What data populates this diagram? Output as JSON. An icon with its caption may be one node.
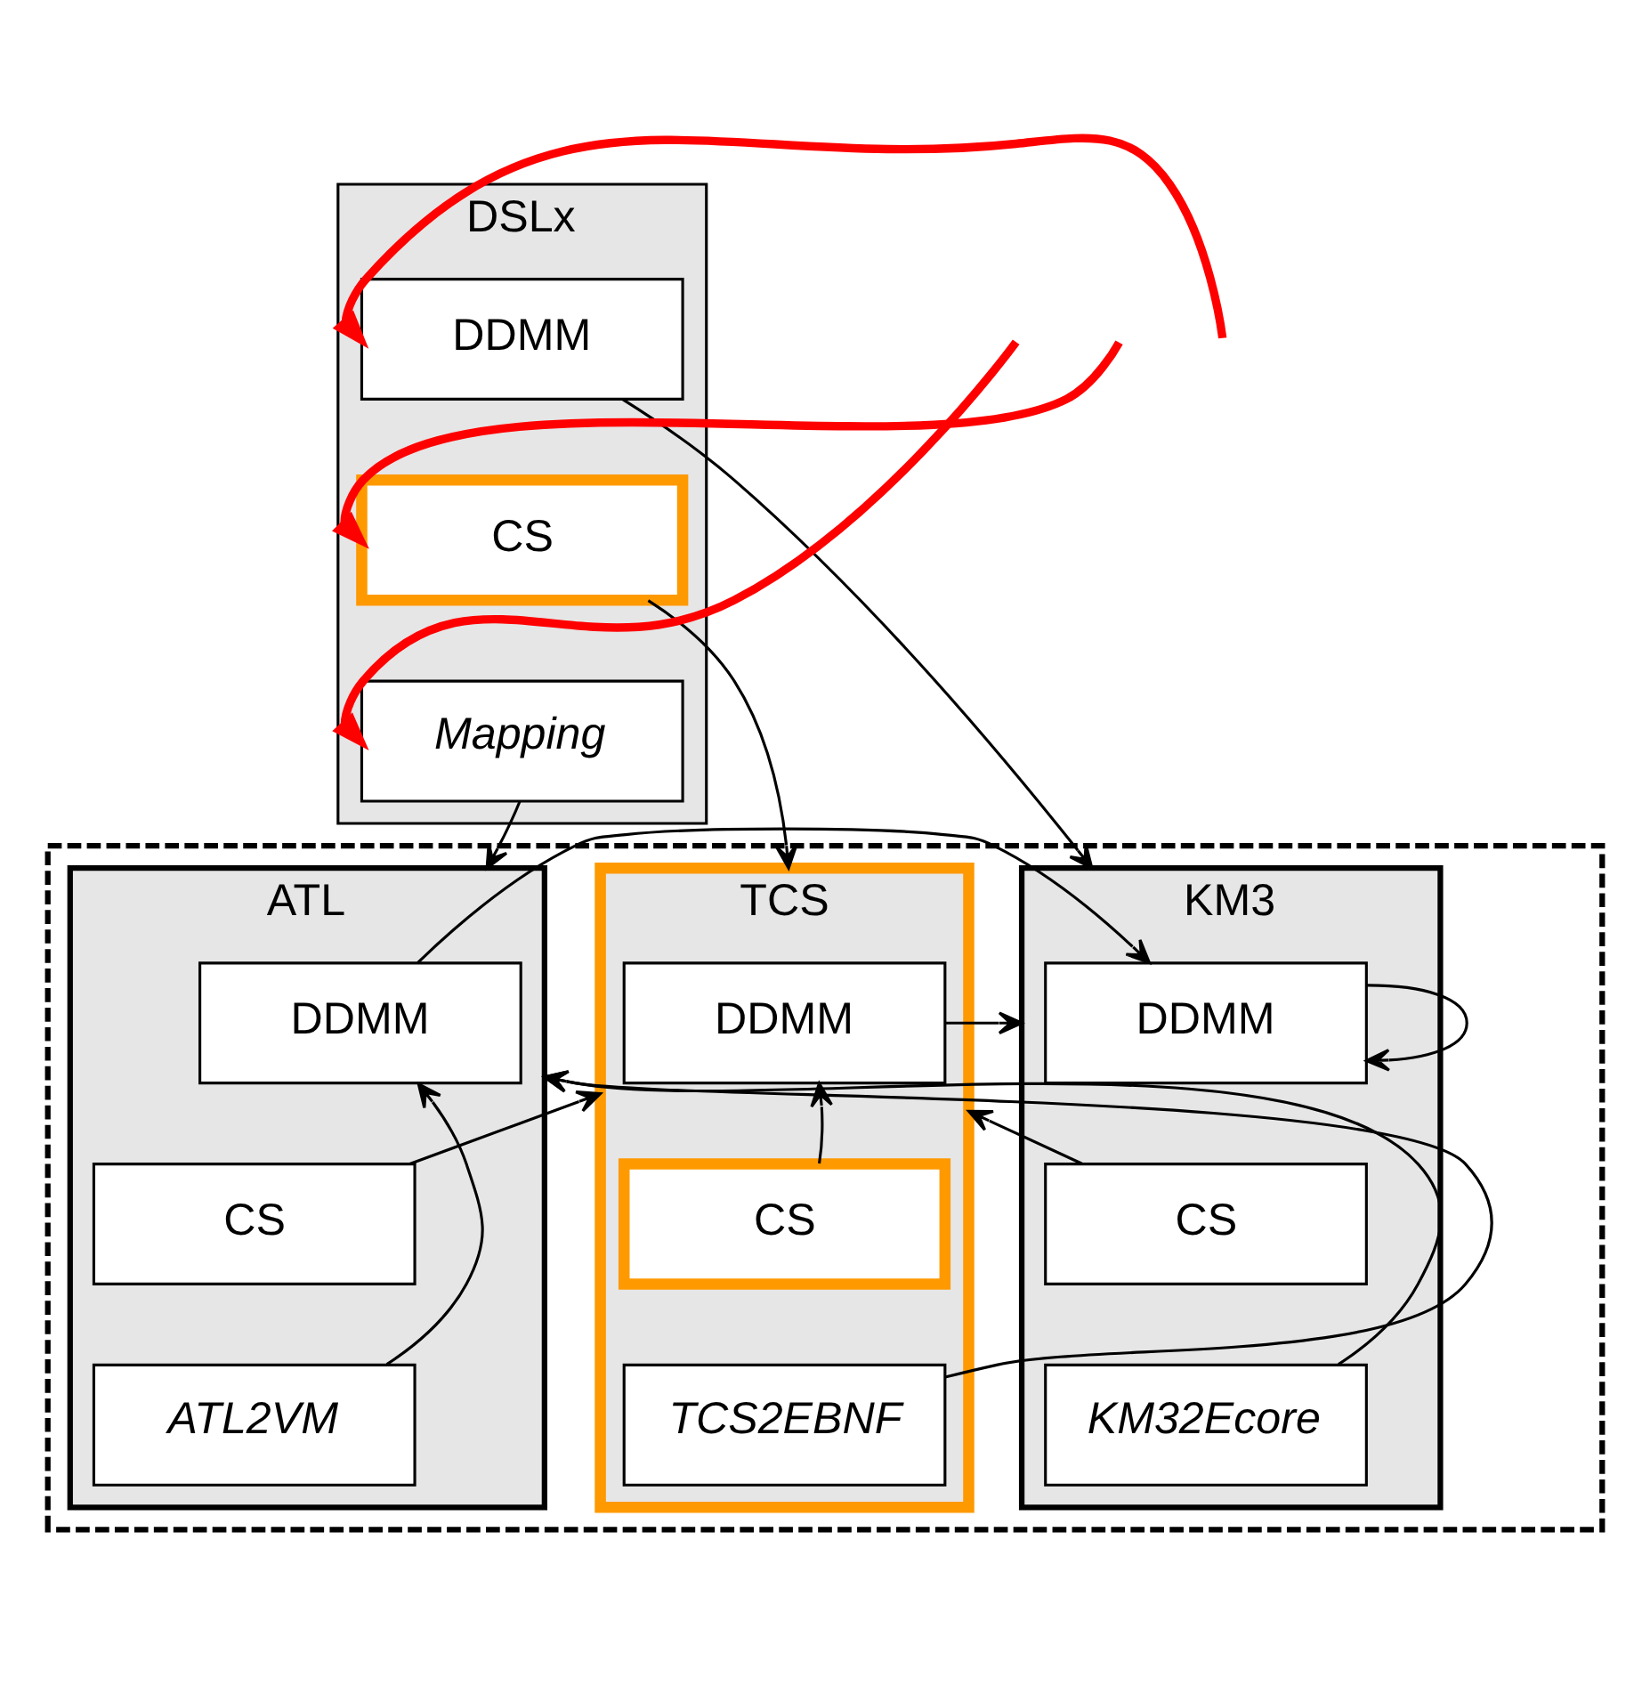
{
  "diagram": {
    "nodes": [
      {
        "text": [
          "DSLx"
        ]
      },
      {
        "text": [
          "DDMM"
        ],
        "in": 0
      },
      {
        "text": [
          "CS"
        ],
        "in": 0
      },
      {
        "text": [
          "Mapping"
        ],
        "in": 0
      },
      {
        "text": [],
        "shape": "box"
      },
      {
        "text": [
          "KM3"
        ],
        "in": 4
      },
      {
        "text": [
          "DDMM"
        ],
        "in": 5
      },
      {
        "text": [
          "CS"
        ],
        "in": 5
      },
      {
        "text": [
          "KM32Ecore"
        ],
        "in": 5
      },
      {
        "text": [
          "ATL"
        ],
        "in": 4
      },
      {
        "text": [
          "DDMM"
        ],
        "in": 9
      },
      {
        "text": [
          "CS"
        ],
        "in": 9
      },
      {
        "text": [
          "ATL2VM"
        ],
        "in": 9
      },
      {
        "text": [
          "TCS"
        ],
        "in": 4
      },
      {
        "text": [
          "DDMM"
        ],
        "in": 13
      },
      {
        "text": [
          "CS"
        ],
        "in": 13
      },
      {
        "text": [
          "TCS2EBNF"
        ],
        "in": 13
      }
    ],
    "edges": [
      {
        "from": null,
        "to": 1,
        "arrow": "to",
        "style": "thick",
        "color": "#ff0000"
      },
      {
        "from": null,
        "to": 2,
        "arrow": "to",
        "style": "thick",
        "color": "#ff0000"
      },
      {
        "from": null,
        "to": 3,
        "arrow": "to",
        "style": "thick",
        "color": "#ff0000"
      },
      {
        "from": 1,
        "to": 5,
        "arrow": "to"
      },
      {
        "from": 2,
        "to": 13,
        "arrow": "to"
      },
      {
        "from": 3,
        "to": 9,
        "arrow": "to"
      },
      {
        "from": 6,
        "to": 5,
        "arrow": "to"
      },
      {
        "from": 10,
        "to": 6,
        "arrow": "to"
      },
      {
        "from": 11,
        "to": 13,
        "arrow": "to"
      },
      {
        "from": 8,
        "to": 9,
        "arrow": "to"
      },
      {
        "from": 16,
        "to": 9,
        "arrow": "to"
      },
      {
        "from": 12,
        "to": 9,
        "arrow": "to"
      },
      {
        "from": 15,
        "to": 13,
        "arrow": "to"
      },
      {
        "from": 7,
        "to": 13,
        "arrow": "to"
      },
      {
        "from": 14,
        "to": 5,
        "arrow": "to"
      }
    ]
  }
}
